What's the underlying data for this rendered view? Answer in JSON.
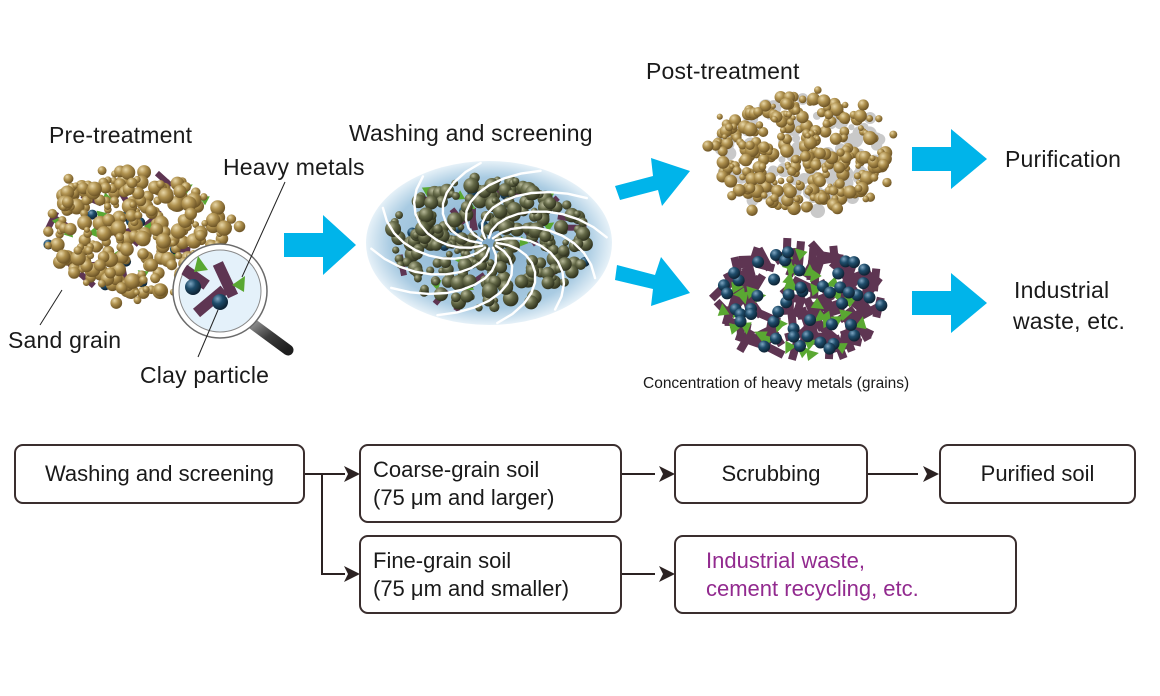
{
  "illustration": {
    "pre_treatment": {
      "title": "Pre-treatment",
      "callouts": {
        "heavy_metals": "Heavy metals",
        "sand_grain": "Sand grain",
        "clay_particle": "Clay particle"
      }
    },
    "washing": {
      "title": "Washing and screening"
    },
    "post_treatment": {
      "title": "Post-treatment",
      "concentration_caption": "Concentration of heavy metals (grains)"
    },
    "outcomes": {
      "purification": "Purification",
      "industrial_waste_line1": "Industrial",
      "industrial_waste_line2": "waste, etc."
    }
  },
  "flowchart": {
    "washing_screening": "Washing and screening",
    "coarse": {
      "line1": "Coarse-grain soil",
      "line2": "(75 μm and larger)"
    },
    "fine": {
      "line1": "Fine-grain soil",
      "line2": "(75 μm and smaller)"
    },
    "scrubbing": "Scrubbing",
    "purified_soil": "Purified soil",
    "waste": {
      "line1": "Industrial waste,",
      "line2": "cement recycling, etc."
    }
  },
  "colors": {
    "arrow": "#00b4ea",
    "sand_grain": "#a68a4e",
    "heavy_metal_bar": "#5e3552",
    "heavy_metal_triangle": "#5aa832",
    "clay_particle": "#1e4a66",
    "washing_ellipse": "#9fc4dc",
    "washed_grain": "#666a4a",
    "waste_text": "#922a8f"
  }
}
